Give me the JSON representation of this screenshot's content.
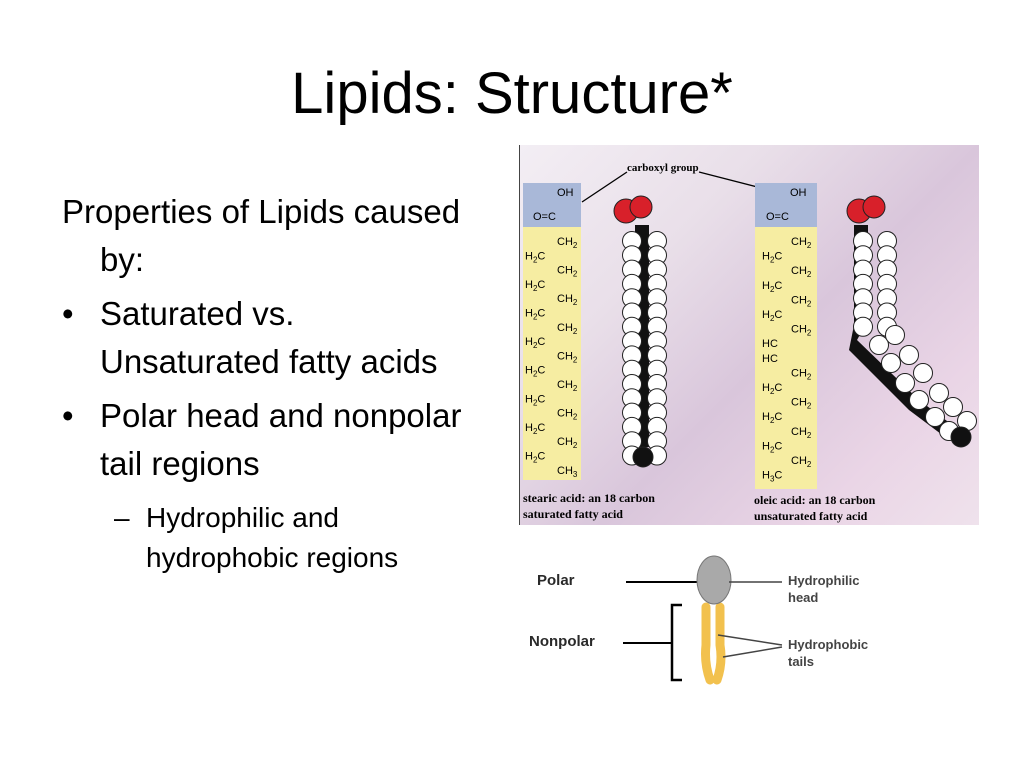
{
  "slide": {
    "title": "Lipids: Structure*",
    "intro": "Properties of Lipids caused by:",
    "bullets": [
      "Saturated vs. Unsaturated fatty acids",
      "Polar head and nonpolar tail regions"
    ],
    "bullet_glyph": "•",
    "sub_bullets": [
      "Hydrophilic and hydrophobic regions"
    ],
    "sub_glyph": "–"
  },
  "fatty_acid_figure": {
    "pointer_label": "carboxyl group",
    "stearic": {
      "caption_1": "stearic acid: an 18 carbon",
      "caption_2": "saturated fatty acid",
      "oh": "OH",
      "carbonyl": "O=C",
      "chain": [
        "CH2",
        "H2C",
        "CH2",
        "H2C",
        "CH2",
        "H2C",
        "CH2",
        "H2C",
        "CH2",
        "H2C",
        "CH2",
        "H2C",
        "CH2",
        "H2C",
        "CH2",
        "H2C",
        "CH3"
      ]
    },
    "oleic": {
      "caption_1": "oleic acid: an 18 carbon",
      "caption_2": "unsaturated fatty acid",
      "oh": "OH",
      "carbonyl": "O=C",
      "chain": [
        "CH2",
        "H2C",
        "CH2",
        "H2C",
        "CH2",
        "H2C",
        "CH2",
        "HC",
        "HC",
        "CH2",
        "H2C",
        "CH2",
        "H2C",
        "CH2",
        "H2C",
        "CH2",
        "H3C"
      ]
    },
    "colors": {
      "carboxyl_box": "#a9b8d8",
      "chain_box": "#f6eda2",
      "oxygen": "#d8202a",
      "carbon": "#111111",
      "hydrogen": "#ffffff"
    }
  },
  "polar_figure": {
    "polar_label": "Polar",
    "nonpolar_label": "Nonpolar",
    "head_label_1": "Hydrophilic",
    "head_label_2": "head",
    "tail_label_1": "Hydrophobic",
    "tail_label_2": "tails",
    "colors": {
      "head": "#a9a9a9",
      "tails": "#f2c14e"
    }
  }
}
